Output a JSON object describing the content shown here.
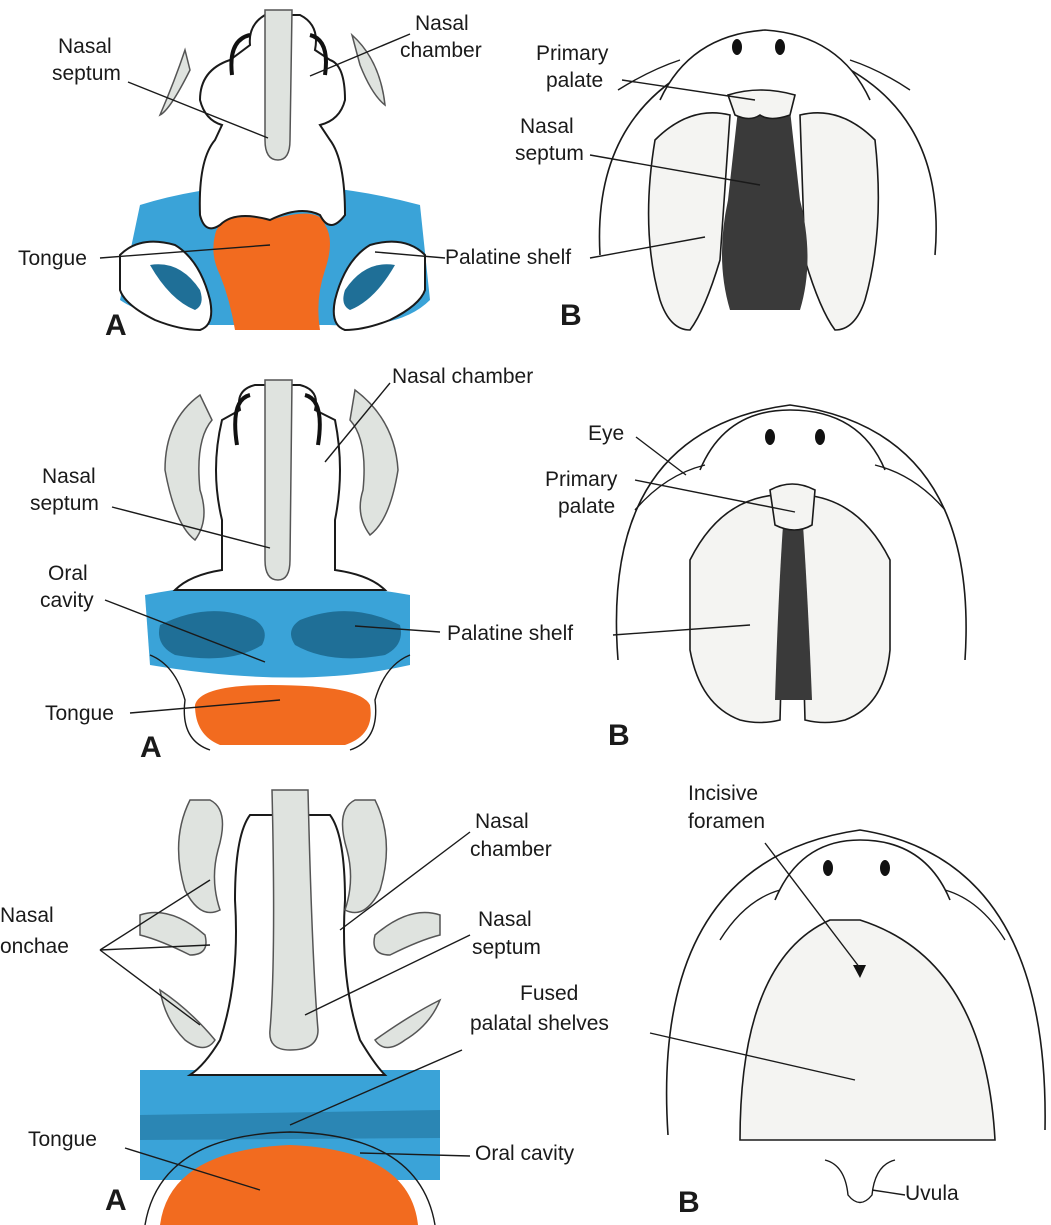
{
  "rows": [
    {
      "panel_a": "A",
      "panel_b": "B",
      "labels": {
        "nasal_septum_1": "Nasal",
        "nasal_septum_2": "septum",
        "nasal_chamber_1": "Nasal",
        "nasal_chamber_2": "chamber",
        "tongue": "Tongue",
        "palatine_shelf": "Palatine shelf",
        "primary_palate_1": "Primary",
        "primary_palate_2": "palate",
        "nasal_septum_b_1": "Nasal",
        "nasal_septum_b_2": "septum"
      }
    },
    {
      "panel_a": "A",
      "panel_b": "B",
      "labels": {
        "nasal_chamber": "Nasal chamber",
        "nasal_septum_1": "Nasal",
        "nasal_septum_2": "septum",
        "oral_cavity_1": "Oral",
        "oral_cavity_2": "cavity",
        "tongue": "Tongue",
        "palatine_shelf": "Palatine shelf",
        "eye": "Eye",
        "primary_palate_1": "Primary",
        "primary_palate_2": "palate"
      }
    },
    {
      "panel_a": "A",
      "panel_b": "B",
      "labels": {
        "nasal_conchae_1": "Nasal",
        "nasal_conchae_2": "onchae",
        "nasal_chamber_1": "Nasal",
        "nasal_chamber_2": "chamber",
        "nasal_septum_1": "Nasal",
        "nasal_septum_2": "septum",
        "fused_1": "Fused",
        "fused_2": "palatal shelves",
        "tongue": "Tongue",
        "oral_cavity": "Oral cavity",
        "incisive_1": "Incisive",
        "incisive_2": "foramen",
        "uvula": "Uvula"
      }
    }
  ],
  "colors": {
    "palatine_shelf": "#3aa3d8",
    "palatine_shelf_dark": "#1f6f97",
    "tongue": "#f26b1f",
    "septum_gray": "#dfe3df"
  }
}
